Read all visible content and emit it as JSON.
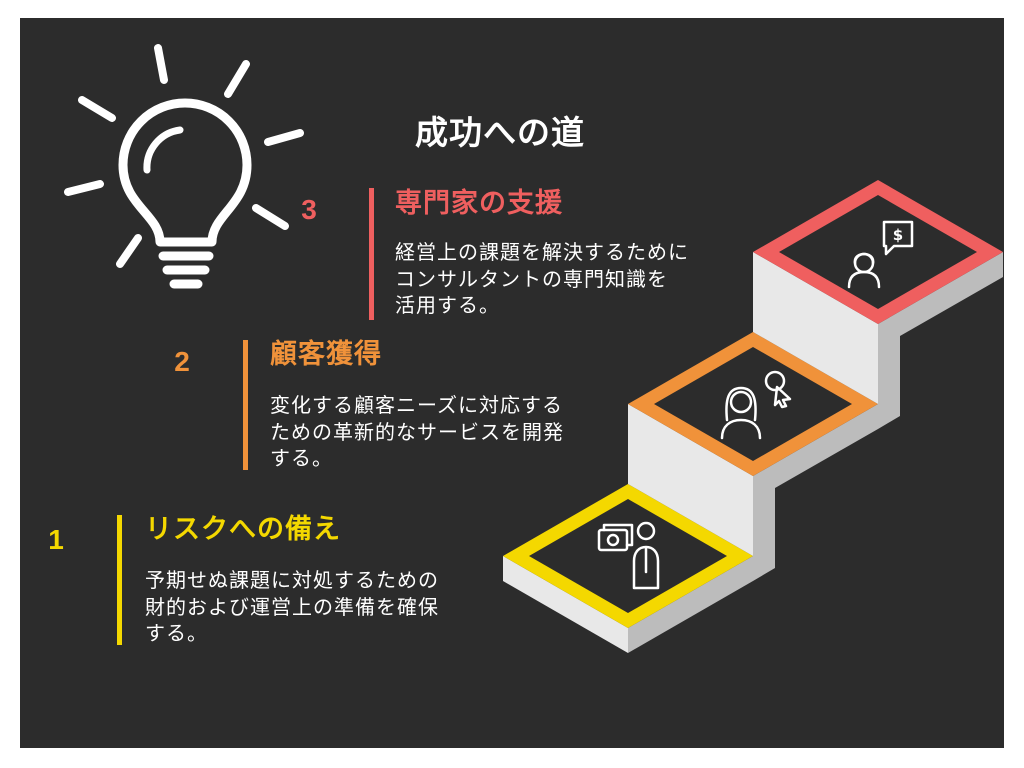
{
  "title": "成功への道",
  "icons": {
    "hero": "lightbulb-icon",
    "consultant_symbol": "$"
  },
  "steps": [
    {
      "number": "1",
      "heading": "リスクへの備え",
      "description_lines": [
        "予期せぬ課題に対処するための",
        "財的および運営上の準備を確保",
        "する。"
      ],
      "icons": [
        "banknote-icon",
        "businessperson-icon"
      ]
    },
    {
      "number": "2",
      "heading": "顧客獲得",
      "description_lines": [
        "変化する顧客ニーズに対応する",
        "ための革新的なサービスを開発",
        "する。"
      ],
      "icons": [
        "customer-woman-icon",
        "person-cursor-icon"
      ]
    },
    {
      "number": "3",
      "heading": "専門家の支援",
      "description_lines": [
        "経営上の課題を解決するために",
        "コンサルタントの専門知識を",
        "活用する。"
      ],
      "icons": [
        "consultant-icon",
        "dollar-speech-bubble-icon"
      ]
    }
  ],
  "colors": {
    "frame": "#ffffff",
    "background": "#2c2c2c",
    "text": "#ffffff",
    "step1": "#f4d800",
    "step2": "#f0923a",
    "step3": "#ef5f5f",
    "stair_front": "#e8e8e8",
    "stair_side": "#bcbcbc"
  }
}
